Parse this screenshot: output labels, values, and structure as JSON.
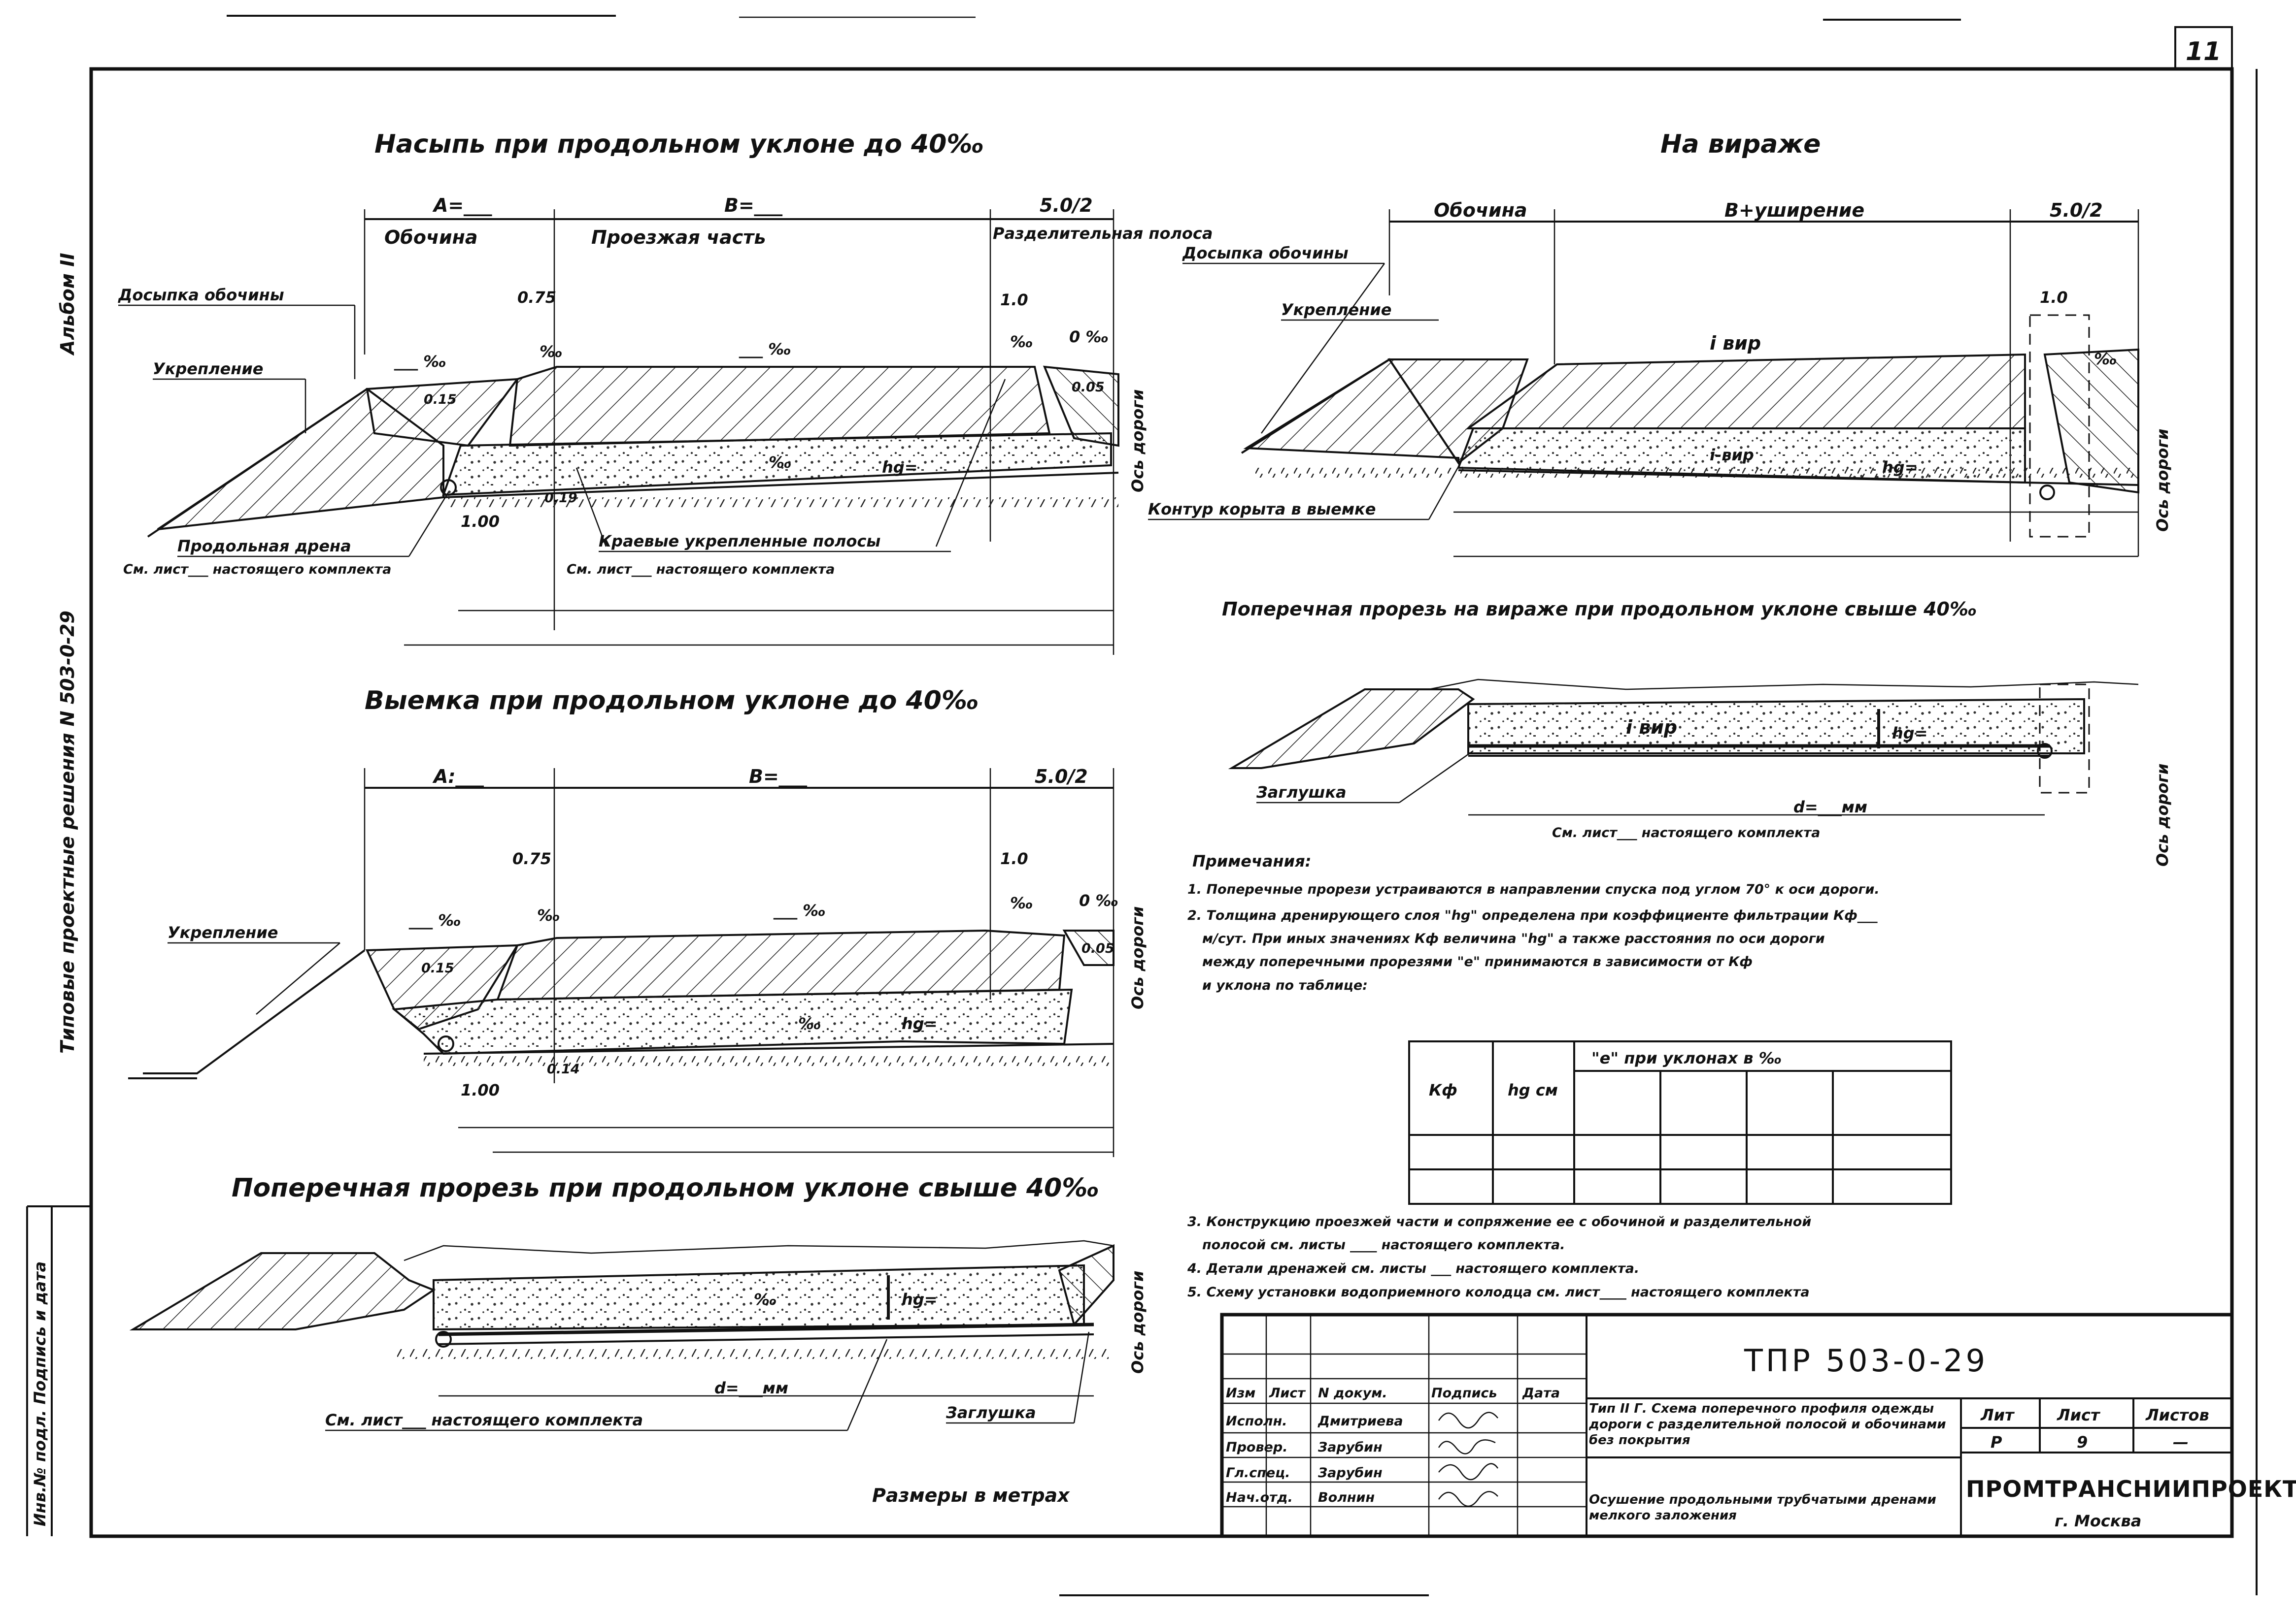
{
  "sheet": {
    "corner_mark": "11",
    "side_album": "Альбом II",
    "side_title": "Типовые проектные решения N 503-0-29",
    "side_stamp": "Инв.№ подл.  Подпись и дата",
    "sizes_note": "Размеры в метрах"
  },
  "section_a": {
    "title": "Насыпь при продольном уклоне до 40‰",
    "dims": {
      "a": "А=___",
      "b": "В=___",
      "c": "5.0/2",
      "d075": "0.75",
      "d10": "1.0",
      "d100": "1.00",
      "d015": "0.15",
      "d019": "0.19",
      "d005": "0.05"
    },
    "zones": [
      "Обочина",
      "Проезжая часть",
      "Разделительная полоса"
    ],
    "slopes": [
      "___ ‰",
      "‰",
      "___ ‰",
      "‰",
      "0 ‰",
      "‰"
    ],
    "hg": "hg=",
    "axis": "Ось дороги",
    "callouts": [
      "Досыпка обочины",
      "Укрепление",
      "Продольная дрена",
      "Краевые укрепленные полосы"
    ],
    "refs": [
      "См. лист___ настоящего комплекта",
      "См. лист___ настоящего комплекта"
    ]
  },
  "section_b": {
    "title": "На вираже",
    "zones": [
      "Обочина",
      "В+уширение",
      "5.0/2"
    ],
    "dims": {
      "d10": "1.0"
    },
    "callouts": [
      "Досыпка обочины",
      "Укрепление",
      "Контур корыта в выемке"
    ],
    "slopes": [
      "i вир",
      "i-вир",
      "‰"
    ],
    "hg": "hg=",
    "axis": "Ось дороги"
  },
  "section_c": {
    "title": "Поперечная прорезь на вираже при продольном уклоне свыше 40‰",
    "slope": "i вир",
    "hg": "hg=",
    "d": "d=___мм",
    "plug": "Заглушка",
    "ref": "См. лист___ настоящего комплекта",
    "axis": "Ось дороги"
  },
  "section_d": {
    "title": "Выемка при продольном уклоне до 40‰",
    "dims": {
      "a": "А:___",
      "b": "В=___",
      "c": "5.0/2",
      "d075": "0.75",
      "d10": "1.0",
      "d100": "1.00",
      "d015": "0.15",
      "d014": "0.14",
      "d005": "0.05"
    },
    "slopes": [
      "___ ‰",
      "‰",
      "___ ‰",
      "‰",
      "0 ‰",
      "‰"
    ],
    "callouts": [
      "Укрепление"
    ],
    "hg": "hg=",
    "axis": "Ось дороги"
  },
  "section_e": {
    "title": "Поперечная прорезь при продольном уклоне свыше 40‰",
    "slope": "‰",
    "hg": "hg=",
    "d": "d=___мм",
    "plug": "Заглушка",
    "ref": "См. лист___ настоящего комплекта",
    "axis": "Ось дороги"
  },
  "notes": {
    "heading": "Примечания:",
    "items": [
      "1. Поперечные прорези устраиваются в направлении спуска под углом 70° к оси дороги.",
      "2. Толщина дренирующего слоя \"hg\" определена при коэффициенте фильтрации Кф___",
      "м/сут. При иных значениях Кф величина \"hg\" а также расстояния по оси дороги",
      "между поперечными прорезями \"е\" принимаются в зависимости от Кф",
      "и уклона по таблице:"
    ],
    "items_after": [
      "3. Конструкцию проезжей части и сопряжение ее с обочиной и разделительной",
      "полосой см. листы ____ настоящего комплекта.",
      "4. Детали дренажей см. листы ___ настоящего комплекта.",
      "5. Схему установки водоприемного колодца см. лист____ настоящего комплекта"
    ]
  },
  "table": {
    "headers": [
      "Кф",
      "hg см",
      "\"е\" при уклонах в ‰"
    ]
  },
  "title_block": {
    "code": "ТПР 503-0-29",
    "col_headers": [
      "Изм",
      "Лист",
      "N докум.",
      "Подпись",
      "Дата"
    ],
    "people": [
      {
        "role": "Исполн.",
        "name": "Дмитриева"
      },
      {
        "role": "Провер.",
        "name": "Зарубин"
      },
      {
        "role": "Гл.спец.",
        "name": "Зарубин"
      },
      {
        "role": "Нач.отд.",
        "name": "Волнин"
      }
    ],
    "description": "Тип II Г. Схема поперечного профиля одежды дороги с разделительной полосой и обочинами без покрытия",
    "subject": "Осушение продольными трубчатыми дренами мелкого заложения",
    "lit_label": "Лит",
    "sheet_label": "Лист",
    "sheets_label": "Листов",
    "lit": "Р",
    "sheet_no": "9",
    "sheets": "—",
    "org": "ПРОМТРАНСНИИПРОЕКТ",
    "city": "г. Москва"
  }
}
